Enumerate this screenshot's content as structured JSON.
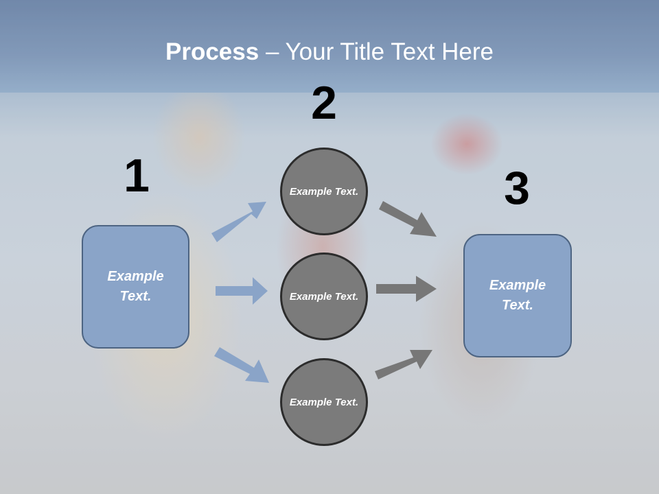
{
  "title": {
    "bold": "Process",
    "rest": " – Your Title Text Here"
  },
  "steps": {
    "one": "1",
    "two": "2",
    "three": "3"
  },
  "input_box": {
    "text": "Example Text."
  },
  "middle_circles": [
    {
      "text": "Example Text."
    },
    {
      "text": "Example Text."
    },
    {
      "text": "Example Text."
    }
  ],
  "output_box": {
    "text": "Example Text."
  },
  "colors": {
    "box_fill": "#8aa4c8",
    "box_border": "#4d6482",
    "circle_fill": "#7b7b7b",
    "circle_border": "#2c2c2c",
    "blue_arrow": "#8aa4c8",
    "gray_arrow": "#777777"
  }
}
